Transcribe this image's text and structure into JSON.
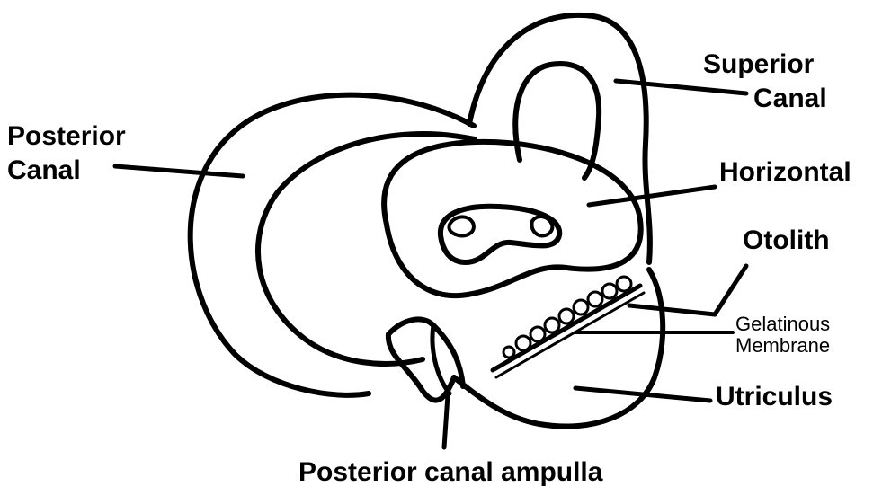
{
  "labels": {
    "posterior_canal": [
      "Posterior",
      "Canal"
    ],
    "superior_canal": [
      "Superior",
      "Canal"
    ],
    "horizontal": "Horizontal",
    "otolith": "Otolith",
    "gelatinous_membrane": [
      "Gelatinous",
      "Membrane"
    ],
    "utriculus": "Utriculus",
    "posterior_canal_ampulla": "Posterior canal ampulla"
  },
  "colors": {
    "ink": "#000000",
    "background": "#ffffff"
  }
}
